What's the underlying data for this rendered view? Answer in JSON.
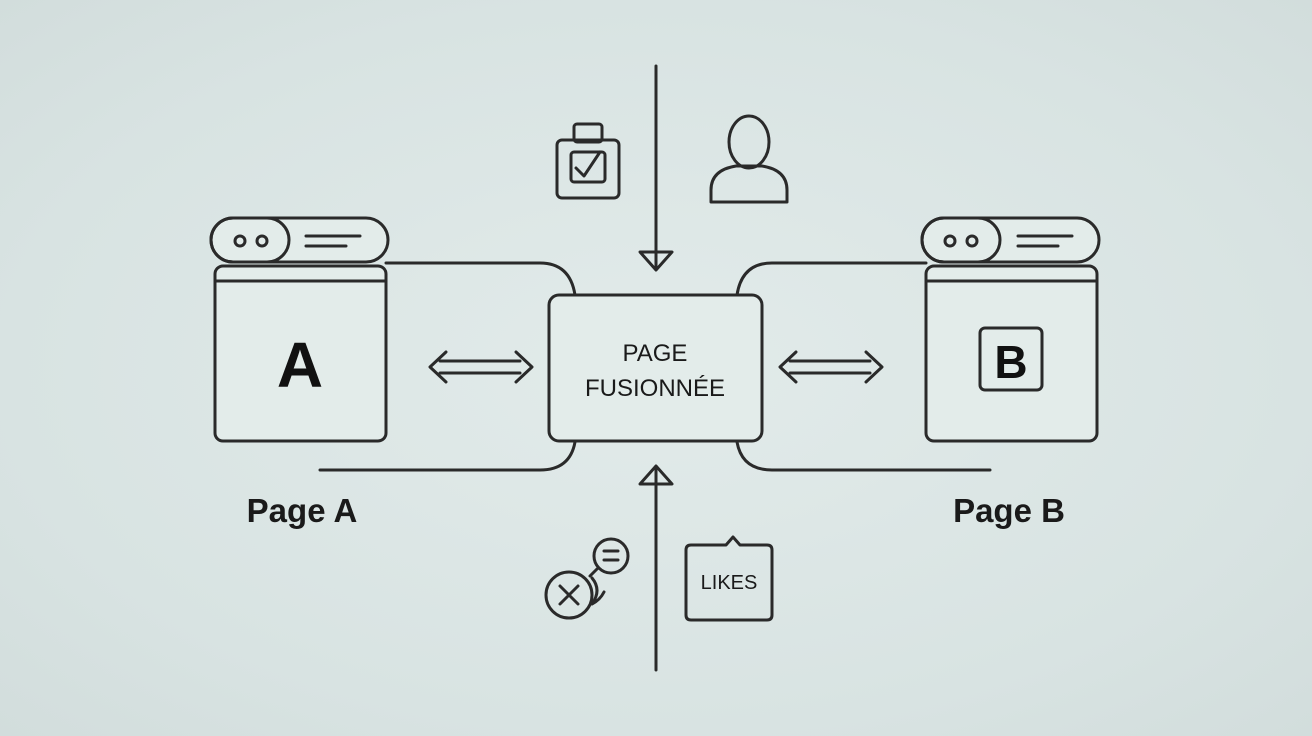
{
  "page_a": {
    "letter": "A",
    "caption": "Page A"
  },
  "page_b": {
    "letter": "B",
    "caption": "Page B"
  },
  "merged_page": {
    "line1": "PAGE",
    "line2": "FUSIONNÉE"
  },
  "likes_card": {
    "label": "LIKES"
  },
  "icons": {
    "top_left": "clipboard-check-icon",
    "top_right": "user-icon",
    "bottom_left": "cancel-comment-icon",
    "bottom_right": "likes-badge-icon"
  },
  "colors": {
    "background": "#dce6e5",
    "stroke": "#2a2a2a"
  }
}
